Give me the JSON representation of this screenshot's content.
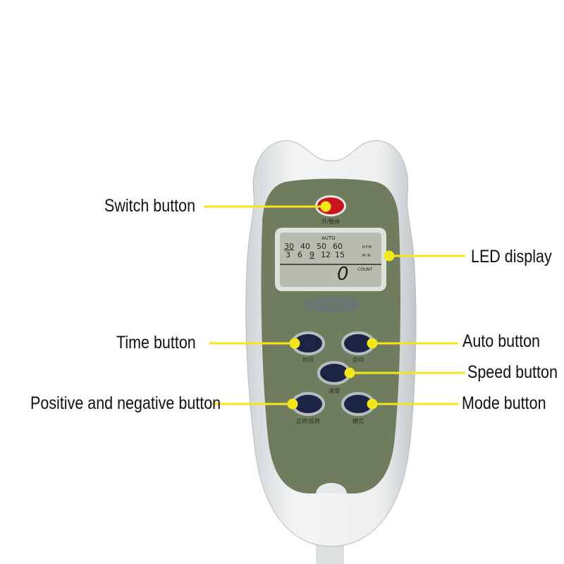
{
  "callouts": {
    "switch": "Switch button",
    "led": "LED display",
    "time": "Time button",
    "auto": "Auto button",
    "speed": "Speed button",
    "posneg": "Positive and negative button",
    "mode": "Mode button"
  },
  "device": {
    "switch_label": "开/暂停",
    "time_label": "时间",
    "auto_label": "自动",
    "speed_label": "速度",
    "posneg_label": "正转/反转",
    "mode_label": "模式"
  },
  "display": {
    "auto": "AUTO",
    "rpm_values": [
      "30",
      "40",
      "50",
      "60"
    ],
    "rpm_unit": "RPM",
    "min_values": [
      "3",
      "6",
      "9",
      "12",
      "15"
    ],
    "min_unit": "MIN",
    "count_label": "COUNT",
    "count_value": "0"
  },
  "colors": {
    "panel": "#6f7d5e",
    "button": "#1b2442",
    "switch": "#c8141b",
    "callout_line": "#f5e61c",
    "lcd": "#b9bdb1"
  }
}
